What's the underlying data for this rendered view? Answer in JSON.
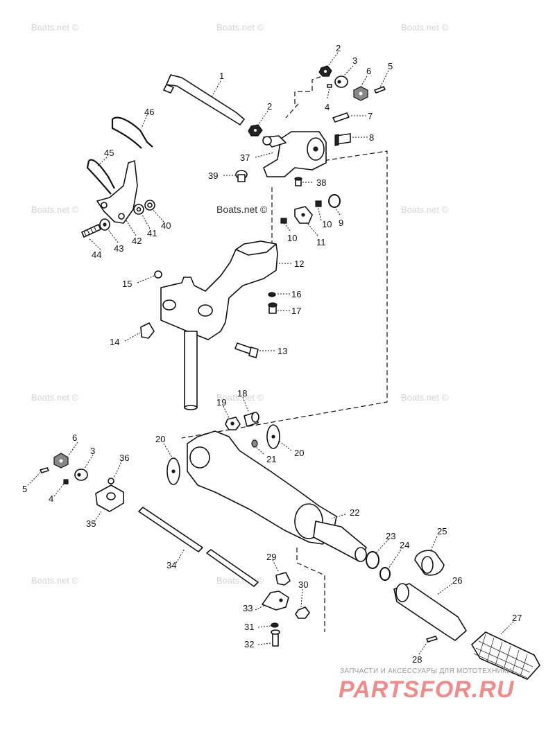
{
  "watermark": "Boats.net ©",
  "watermark_center": "Boats.net ©",
  "footer": {
    "tagline": "ЗАПЧАСТИ И АКСЕССУАРЫ ДЛЯ МОТОТЕХНИКИ",
    "logo": "PARTSFOR.RU",
    "logo_color": "#ef8b8b"
  },
  "callouts": {
    "c1": "1",
    "c2a": "2",
    "c2b": "2",
    "c3a": "3",
    "c3b": "3",
    "c4a": "4",
    "c4b": "4",
    "c5a": "5",
    "c5b": "5",
    "c6a": "6",
    "c6b": "6",
    "c7": "7",
    "c8": "8",
    "c9": "9",
    "c10a": "10",
    "c10b": "10",
    "c11": "11",
    "c12": "12",
    "c13": "13",
    "c14": "14",
    "c15": "15",
    "c16": "16",
    "c17": "17",
    "c18": "18",
    "c19": "19",
    "c20a": "20",
    "c20b": "20",
    "c21": "21",
    "c22": "22",
    "c23": "23",
    "c24": "24",
    "c25": "25",
    "c26": "26",
    "c27": "27",
    "c28": "28",
    "c29": "29",
    "c30": "30",
    "c31": "31",
    "c32": "32",
    "c33": "33",
    "c34": "34",
    "c35": "35",
    "c36": "36",
    "c37": "37",
    "c38": "38",
    "c39": "39",
    "c40": "40",
    "c41": "41",
    "c42": "42",
    "c43": "43",
    "c44": "44",
    "c45": "45",
    "c46": "46"
  }
}
